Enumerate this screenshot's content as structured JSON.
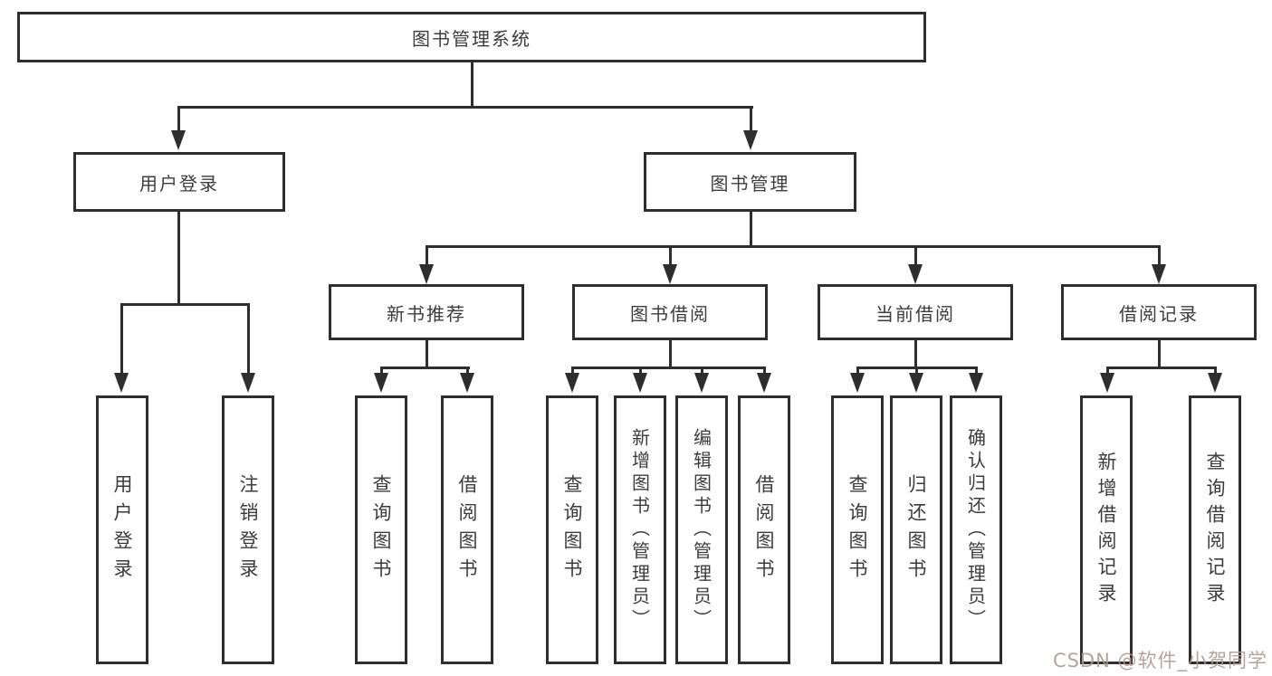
{
  "diagram": {
    "title": "图书管理系统",
    "root": {
      "label": "图书管理系统"
    },
    "level2": [
      {
        "id": "user-login",
        "label": "用户登录"
      },
      {
        "id": "book-management",
        "label": "图书管理"
      }
    ],
    "level3": [
      {
        "id": "new-book-recommend",
        "label": "新书推荐",
        "parent": "book-management"
      },
      {
        "id": "book-borrow",
        "label": "图书借阅",
        "parent": "book-management"
      },
      {
        "id": "current-borrow",
        "label": "当前借阅",
        "parent": "book-management"
      },
      {
        "id": "borrow-records",
        "label": "借阅记录",
        "parent": "book-management"
      }
    ],
    "leaves": [
      {
        "id": "user-login-leaf",
        "label": "用户登录",
        "parent": "user-login"
      },
      {
        "id": "logout-leaf",
        "label": "注销登录",
        "parent": "user-login"
      },
      {
        "id": "newbook-query-books",
        "label": "查询图书",
        "parent": "new-book-recommend"
      },
      {
        "id": "newbook-borrow-books",
        "label": "借阅图书",
        "parent": "new-book-recommend"
      },
      {
        "id": "borrow-query-books",
        "label": "查询图书",
        "parent": "book-borrow"
      },
      {
        "id": "borrow-add-books-admin",
        "label": "新增图书（管理员）",
        "parent": "book-borrow"
      },
      {
        "id": "borrow-edit-books-admin",
        "label": "编辑图书（管理员）",
        "parent": "book-borrow"
      },
      {
        "id": "borrow-borrow-books",
        "label": "借阅图书",
        "parent": "book-borrow"
      },
      {
        "id": "current-query-books",
        "label": "查询图书",
        "parent": "current-borrow"
      },
      {
        "id": "current-return-books",
        "label": "归还图书",
        "parent": "current-borrow"
      },
      {
        "id": "current-confirm-return-admin",
        "label": "确认归还（管理员）",
        "parent": "current-borrow"
      },
      {
        "id": "record-add-borrow-record",
        "label": "新增借阅记录",
        "parent": "borrow-records"
      },
      {
        "id": "record-query-borrow-record",
        "label": "查询借阅记录",
        "parent": "borrow-records"
      }
    ]
  },
  "watermark": {
    "text": "CSDN @软件_小贺同学",
    "color": "#ae9892"
  },
  "colors": {
    "line": "#2e2e2e",
    "text": "#3c3c3c",
    "background": "#ffffff"
  }
}
